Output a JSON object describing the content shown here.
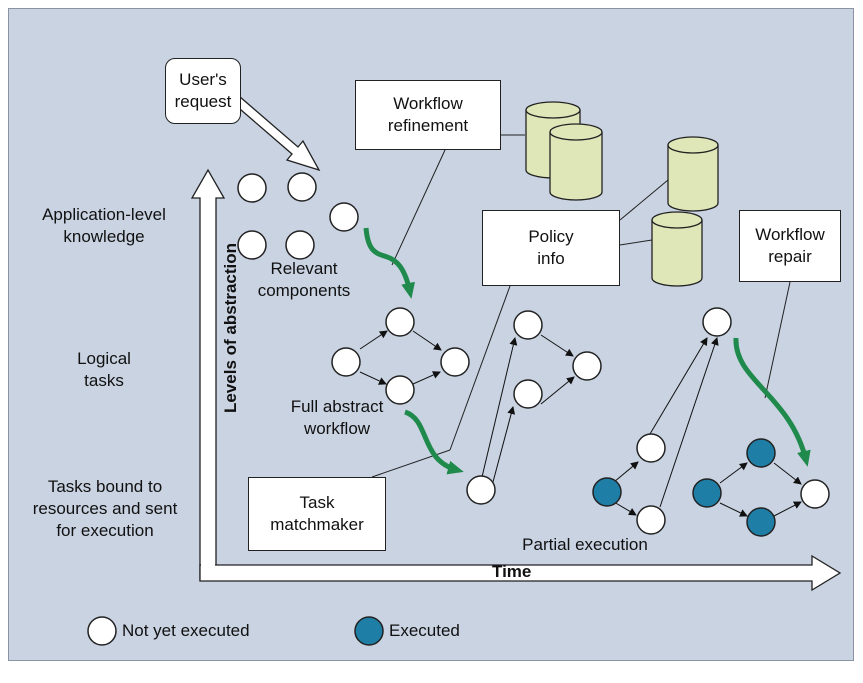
{
  "boxes": {
    "users_request": "User's\nrequest",
    "workflow_refinement": "Workflow\nrefinement",
    "policy_info": "Policy\ninfo",
    "workflow_repair": "Workflow\nrepair",
    "task_matchmaker": "Task\nmatchmaker"
  },
  "levels": {
    "application": "Application-level\nknowledge",
    "logical": "Logical\ntasks",
    "bound": "Tasks bound to\nresources and sent\nfor execution"
  },
  "labels": {
    "relevant_components": "Relevant\ncomponents",
    "full_abstract_workflow": "Full abstract\nworkflow",
    "partial_execution": "Partial execution"
  },
  "axes": {
    "y": "Levels of abstraction",
    "x": "Time"
  },
  "legend": {
    "not_executed": "Not yet executed",
    "executed": "Executed"
  },
  "colors": {
    "background": "#c9d3e2",
    "node_unexecuted": "#ffffff",
    "node_executed": "#1f7ea6",
    "database": "#dfe6b8",
    "green_arrow": "#1f8a4c"
  }
}
